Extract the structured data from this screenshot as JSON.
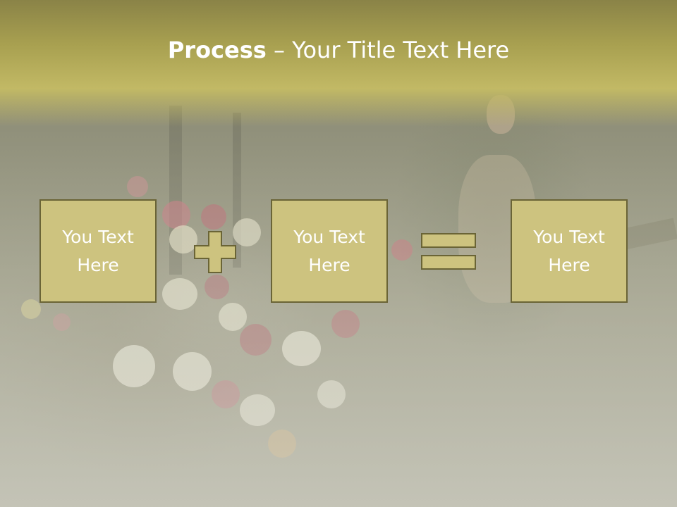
{
  "slide": {
    "title_bold": "Process",
    "title_rest": " – Your Title Text Here"
  },
  "steps": [
    {
      "line1": "You Text",
      "line2": "Here"
    },
    {
      "line1": "You Text",
      "line2": "Here"
    },
    {
      "line1": "You Text",
      "line2": "Here"
    }
  ],
  "operators": [
    "plus-icon",
    "equals-icon"
  ],
  "colors": {
    "title_band": "#a8a050",
    "box_fill": "#cdc37f",
    "box_border": "#6a6436",
    "text": "#ffffff"
  }
}
